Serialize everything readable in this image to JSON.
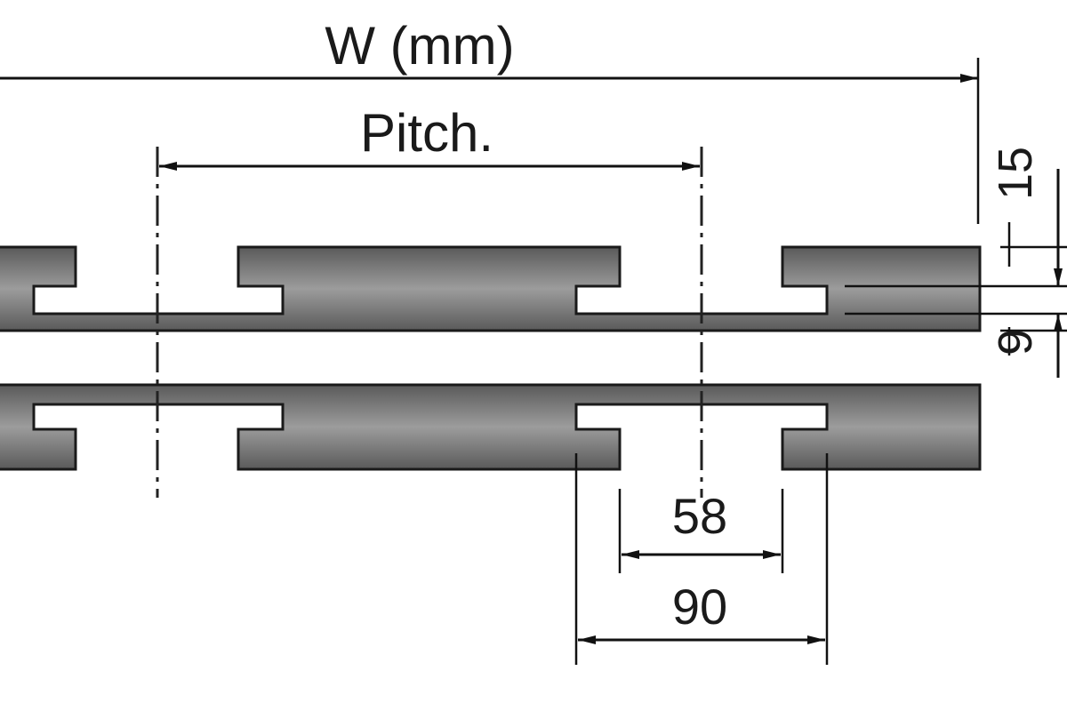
{
  "drawing": {
    "labels": {
      "width_label": "W (mm)",
      "pitch_label": "Pitch.",
      "dim_15": "15",
      "dim_9": "9",
      "dim_58": "58",
      "dim_90": "90"
    },
    "colors": {
      "rail_light": "#b9b9b9",
      "rail_dark": "#555555",
      "line": "#111111"
    }
  }
}
